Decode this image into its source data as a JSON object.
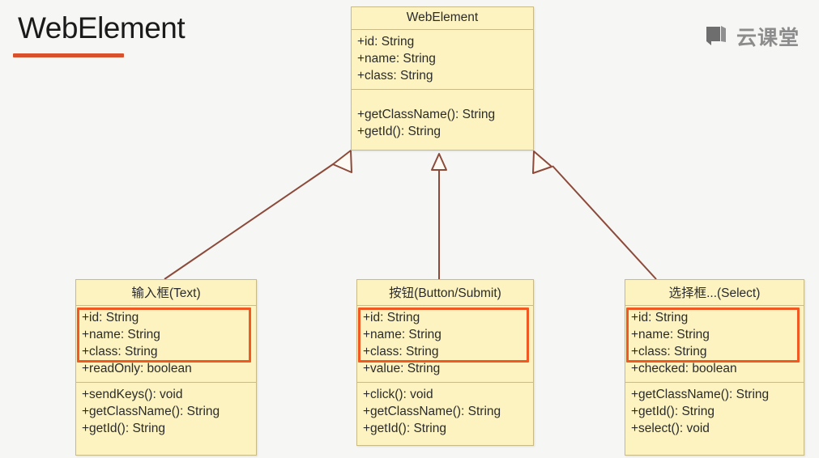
{
  "page": {
    "title": "WebElement",
    "brand": {
      "text": "云课堂",
      "icon": "book-icon"
    },
    "accent_color": "#d9512c",
    "box_fill": "#fcf3c0",
    "box_border": "#c9bb86",
    "highlight_color": "#f05a22",
    "connector_color": "#8b4a3a"
  },
  "diagram": {
    "type": "uml-class-diagram",
    "relationship": "generalization",
    "parent": {
      "name": "WebElement",
      "attributes": [
        "+id: String",
        "+name: String",
        "+class: String"
      ],
      "methods": [
        "+getClassName(): String",
        "+getId(): String"
      ]
    },
    "children": [
      {
        "name": "输入框(Text)",
        "attributes": [
          "+id: String",
          "+name: String",
          "+class: String",
          "+readOnly:  boolean"
        ],
        "highlighted_attribute_count": 3,
        "methods": [
          "+sendKeys(): void",
          "+getClassName(): String",
          "+getId(): String"
        ]
      },
      {
        "name": "按钮(Button/Submit)",
        "attributes": [
          "+id: String",
          "+name: String",
          "+class: String",
          "+value: String"
        ],
        "highlighted_attribute_count": 3,
        "methods": [
          "+click(): void",
          "+getClassName(): String",
          "+getId(): String"
        ]
      },
      {
        "name": "选择框...(Select)",
        "attributes": [
          "+id: String",
          "+name: String",
          "+class: String",
          "+checked: boolean"
        ],
        "highlighted_attribute_count": 3,
        "methods": [
          "+getClassName(): String",
          "+getId(): String",
          "+select(): void"
        ]
      }
    ]
  }
}
